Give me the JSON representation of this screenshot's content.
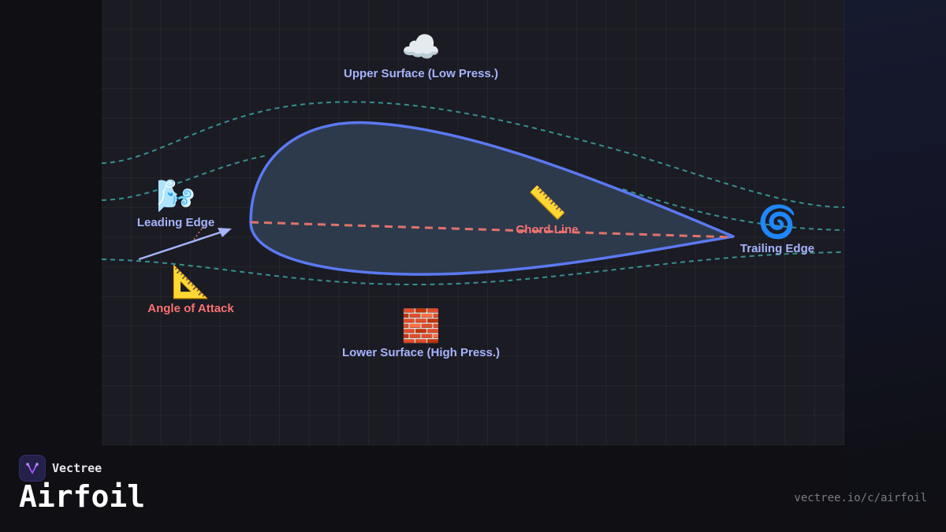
{
  "diagram": {
    "title": "Airfoil",
    "colors": {
      "background": "#1b1b23",
      "airfoil_stroke": "#5b79f2",
      "airfoil_fill": "#2c3a4c",
      "chord_line": "#e0736b",
      "streamline": "#3a9e9a",
      "aoa_arrow": "#a5b4fc",
      "label_blue": "#a5b4fc",
      "label_red": "#f87171"
    },
    "nodes": [
      {
        "id": "upper-surface",
        "icon": "cloud-icon",
        "emoji": "☁️",
        "label": "Upper Surface (Low Press.)",
        "color": "blue"
      },
      {
        "id": "leading-edge",
        "icon": "wind-face-icon",
        "emoji": "🌬️",
        "label": "Leading Edge",
        "color": "blue"
      },
      {
        "id": "chord-line",
        "icon": "ruler-icon",
        "emoji": "📏",
        "label": "Chord Line",
        "color": "red"
      },
      {
        "id": "trailing-edge",
        "icon": "cyclone-icon",
        "emoji": "🌀",
        "label": "Trailing Edge",
        "color": "blue"
      },
      {
        "id": "angle-of-attack",
        "icon": "triangular-ruler-icon",
        "emoji": "📐",
        "label": "Angle of Attack",
        "color": "red"
      },
      {
        "id": "lower-surface",
        "icon": "brick-icon",
        "emoji": "🧱",
        "label": "Lower Surface (High Press.)",
        "color": "blue"
      }
    ],
    "edges": [
      {
        "from": "leading-edge",
        "to": "trailing-edge",
        "type": "chord",
        "style": "dashed"
      },
      {
        "from": "free-stream",
        "to": "leading-edge",
        "type": "angle-of-attack-arrow",
        "style": "solid"
      }
    ],
    "streamlines": 4
  },
  "footer": {
    "brand": "Vectree",
    "title": "Airfoil",
    "url": "vectree.io/c/airfoil"
  }
}
